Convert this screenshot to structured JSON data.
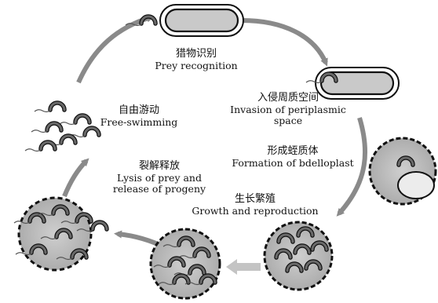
{
  "stages": [
    {
      "id": "prey-recognition",
      "label_zh": "猎物识别",
      "label_en": "Prey recognition"
    },
    {
      "id": "periplasm-invasion",
      "label_zh": "入侵周质空间",
      "label_en_line1": "Invasion of periplasmic",
      "label_en_line2": "space"
    },
    {
      "id": "bdelloplast-formation",
      "label_zh": "形成蛭质体",
      "label_en": "Formation of bdelloplast"
    },
    {
      "id": "growth-reproduction",
      "label_zh": "生长繁殖",
      "label_en": "Growth and reproduction"
    },
    {
      "id": "lysis-release",
      "label_zh": "裂解释放",
      "label_en_line1": "Lysis of prey and",
      "label_en_line2": "release of progeny"
    },
    {
      "id": "free-swimming",
      "label_zh": "自由游动",
      "label_en": "Free-swimming"
    }
  ],
  "colors": {
    "arrow": "#8a8a8a",
    "arrow_light": "#c4c4c4",
    "cell_fill": "#bdbdbd",
    "cell_outline": "#111111",
    "bdellovibrio": "#5a5a5a",
    "bdelloplast_inner": "#e8e8e8"
  }
}
